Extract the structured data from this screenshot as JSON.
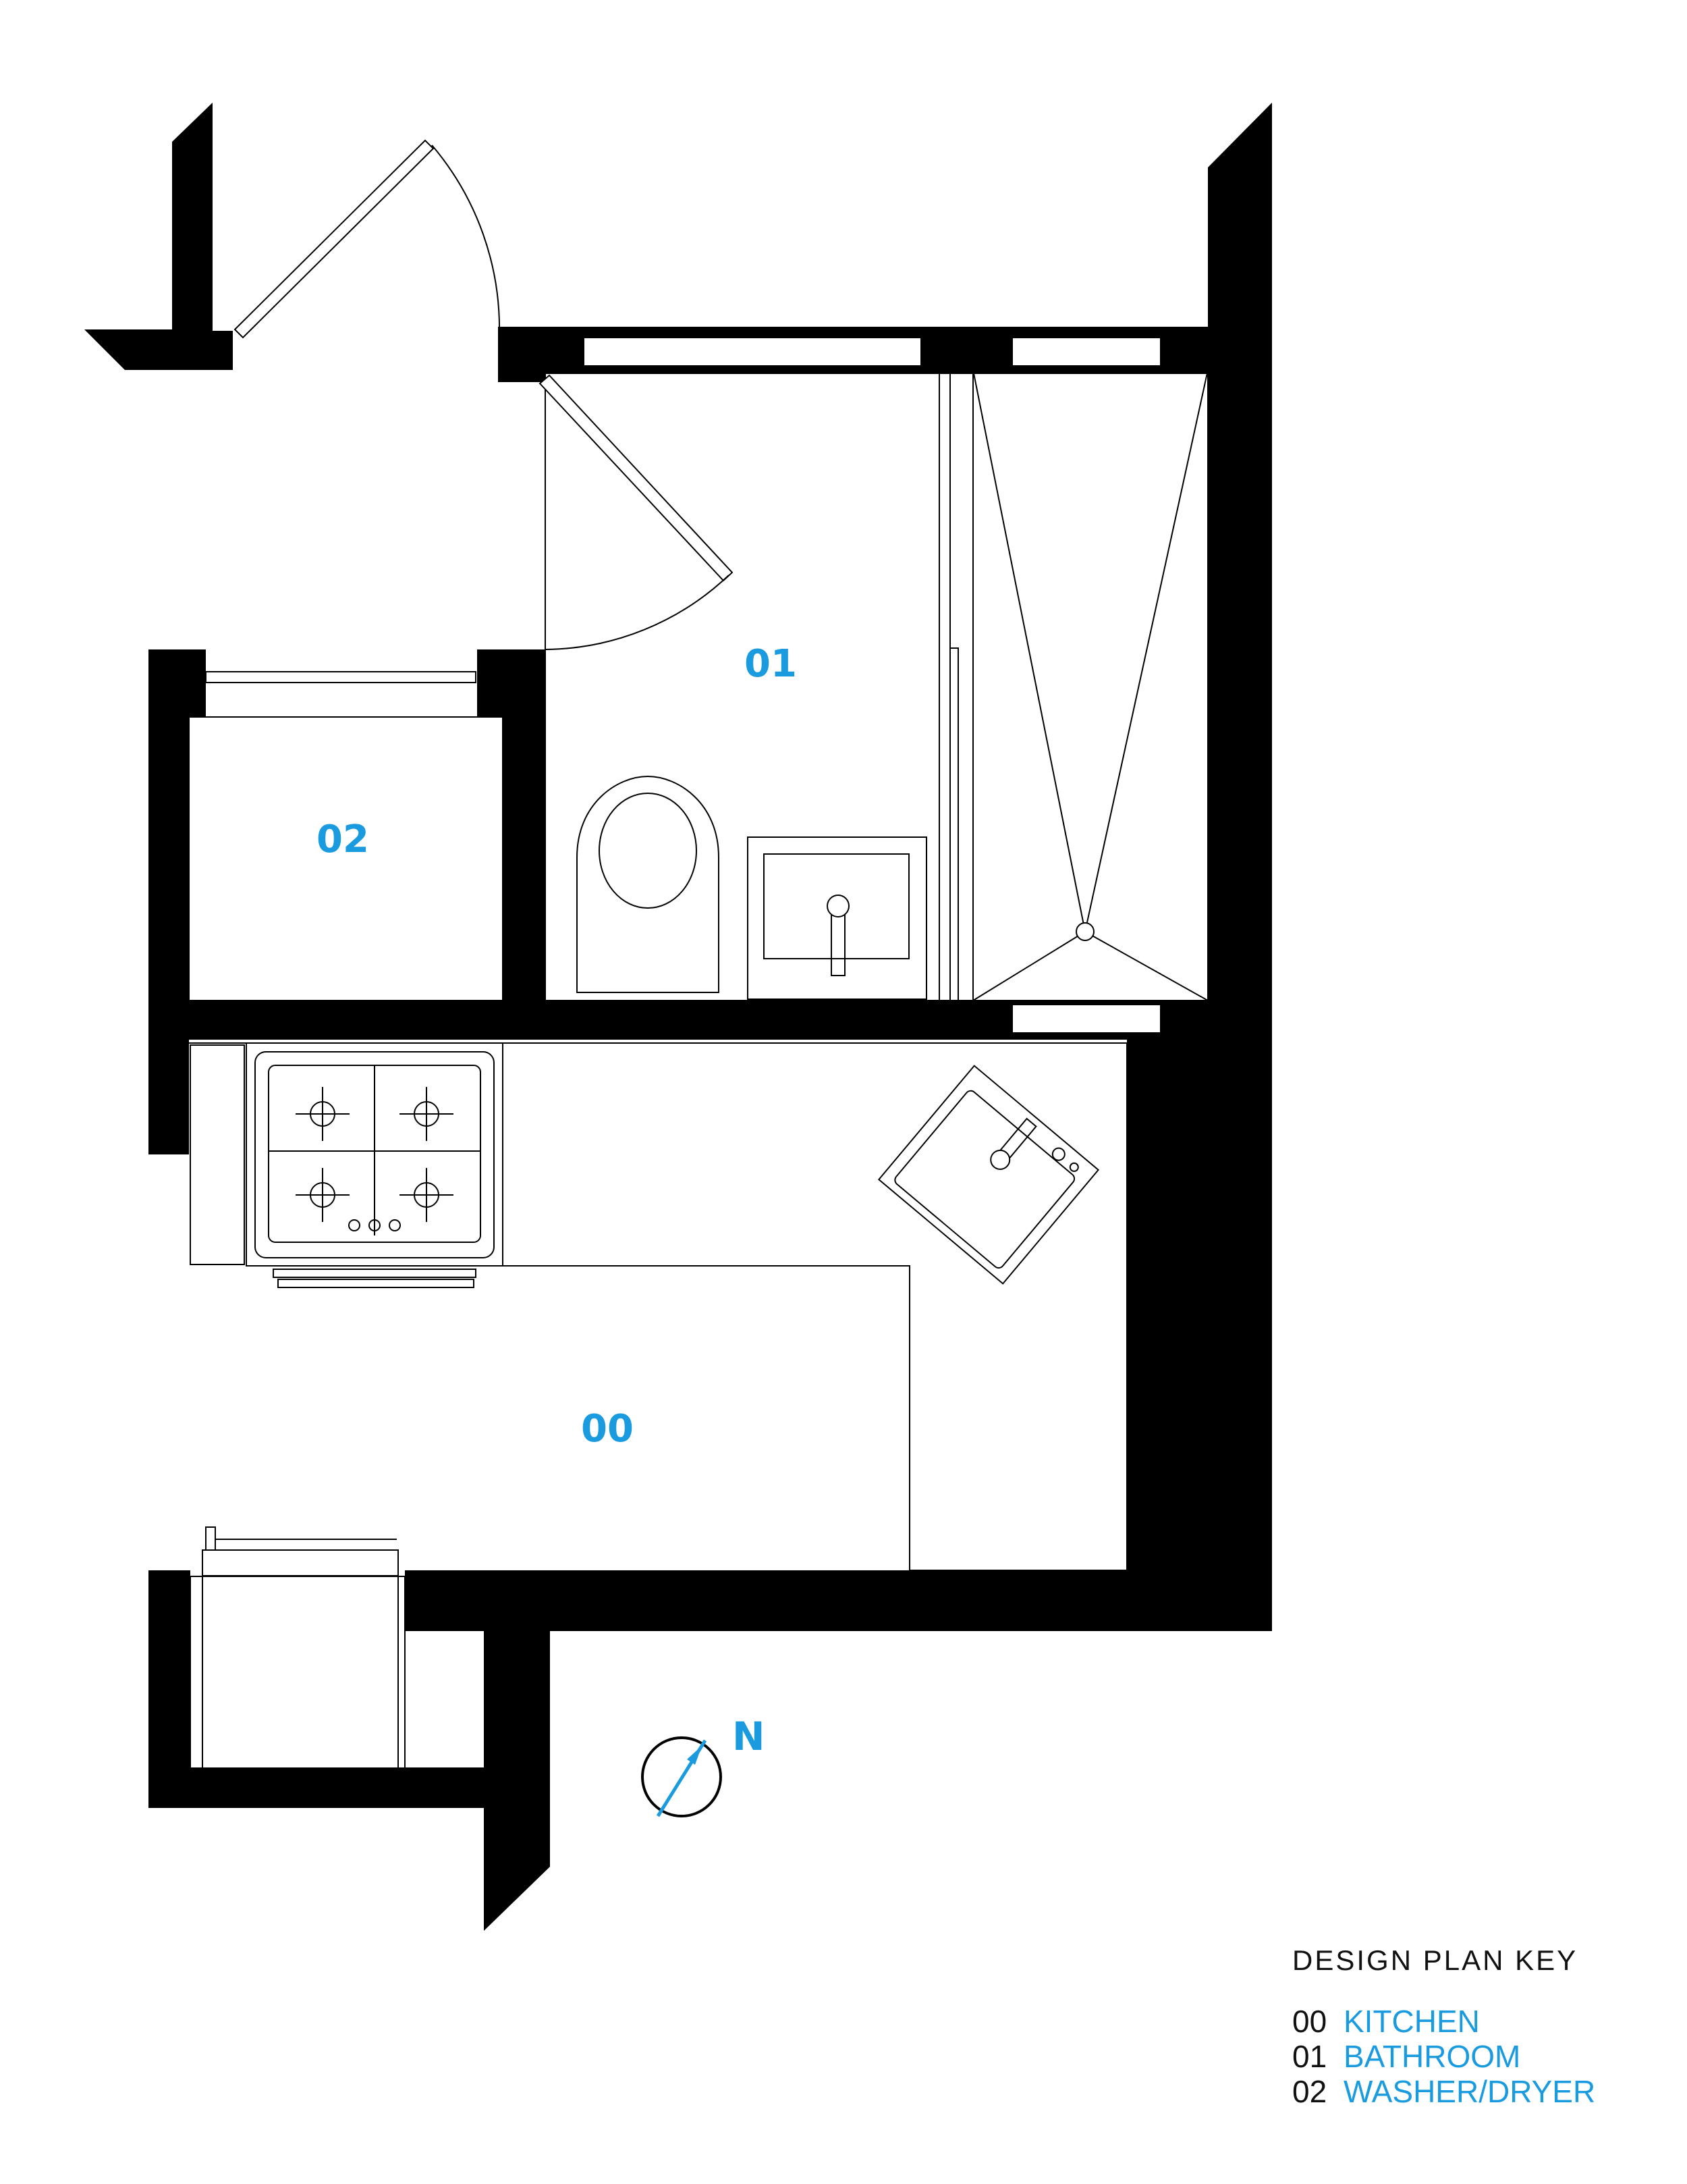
{
  "rooms": {
    "kitchen": {
      "number": "00"
    },
    "bathroom": {
      "number": "01"
    },
    "washer_dryer": {
      "number": "02"
    }
  },
  "north_label": "N",
  "key": {
    "title": "DESIGN PLAN KEY",
    "items": [
      {
        "number": "00",
        "name": "KITCHEN"
      },
      {
        "number": "01",
        "name": "BATHROOM"
      },
      {
        "number": "02",
        "name": "WASHER/DRYER"
      }
    ]
  },
  "colors": {
    "accent": "#1a9be0",
    "wall": "#000000",
    "background": "#ffffff"
  },
  "icons": [
    "compass-icon",
    "stove-icon",
    "kitchen-sink-icon",
    "toilet-icon",
    "bathroom-sink-icon",
    "shower-drain-icon",
    "washer-dryer-icon"
  ]
}
